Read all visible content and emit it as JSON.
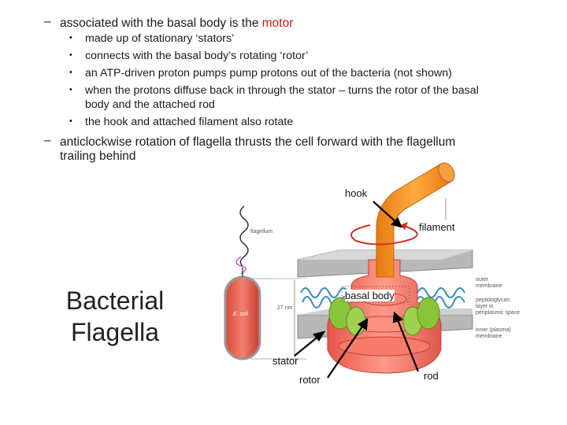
{
  "bullet_1": {
    "text_prefix": "associated with the basal body is the ",
    "text_highlight": "motor",
    "sub_items": [
      "made up of stationary ‘stators’",
      "connects with the basal body’s rotating ‘rotor’",
      "an ATP-driven proton pumps pump protons out of the bacteria (not shown)",
      "when the protons diffuse back in through the stator – turns the rotor of the basal",
      "body and the attached rod",
      "the hook and attached filament also rotate"
    ]
  },
  "bullet_2": {
    "line_1": "anticlockwise rotation of flagella thrusts the cell forward with the flagellum",
    "line_2": "trailing behind"
  },
  "title": {
    "line_1": "Bacterial",
    "line_2": "Flagella"
  },
  "diagram": {
    "labels": {
      "hook": "hook",
      "filament": "filament",
      "basal_body": "basal body",
      "stator": "stator",
      "rotor": "rotor",
      "rod": "rod"
    },
    "small_labels": {
      "flagellum": "flagellum",
      "ecoli": "E. coli",
      "size": "27 nm",
      "outer_membrane": [
        "outer",
        "membrane"
      ],
      "peptidoglycan": [
        "peptidoglycan",
        "layer in",
        "periplasmic space"
      ],
      "inner_membrane": [
        "inner (plasma)",
        "membrane"
      ]
    },
    "colors": {
      "highlight": "#d01818",
      "filament": "#f28a1e",
      "motor": "#f07060",
      "stator": "#8ac43a"
    }
  }
}
